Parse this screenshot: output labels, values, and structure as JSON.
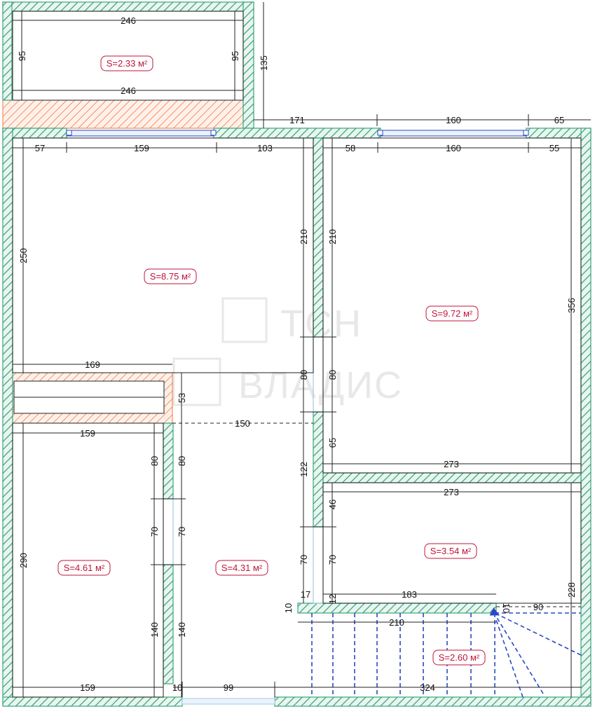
{
  "palette": {
    "wall": "#3aa37c",
    "demolished": "#f07840",
    "area": "#c0143c",
    "stair": "#2a48c8",
    "window": "#a7c7e7",
    "watermark": "#e6e6e6"
  },
  "watermark": {
    "top": "ТСН",
    "bottom": "ВЛАДИС"
  },
  "rooms": [
    {
      "id": "balcony",
      "area": "S=2.33 м²"
    },
    {
      "id": "room-left-top",
      "area": "S=8.75 м²"
    },
    {
      "id": "room-right-top",
      "area": "S=9.72 м²"
    },
    {
      "id": "room-left-bottom",
      "area": "S=4.61 м²"
    },
    {
      "id": "room-corridor",
      "area": "S=4.31 м²"
    },
    {
      "id": "room-right-middle",
      "area": "S=3.54 м²"
    },
    {
      "id": "stair-area",
      "area": "S=2.60 м²"
    }
  ],
  "dims": {
    "balcony_top": "246",
    "balcony_bottom": "246",
    "balcony_left": "95",
    "balcony_right": "95",
    "balcony_depth": "135",
    "top_a": "57",
    "top_b": "159",
    "top_c": "103",
    "top_d": "171",
    "top_e": "160",
    "top_f": "65",
    "top_g": "58",
    "top_h": "160",
    "top_i": "55",
    "left_250": "250",
    "wall_210_a": "210",
    "wall_210_b": "210",
    "right_356": "356",
    "niche_169": "169",
    "niche_53": "53",
    "door_80_a": "80",
    "door_80_b": "80",
    "dash_150": "150",
    "w_159_a": "159",
    "w_65": "65",
    "w_273_a": "273",
    "w_273_b": "273",
    "w_122": "122",
    "w_46": "46",
    "v_80_c": "80",
    "v_80_d": "80",
    "v_70_a": "70",
    "v_70_b": "70",
    "v_70_c": "70",
    "v_70_d": "70",
    "v_290": "290",
    "v_140_a": "140",
    "v_140_b": "140",
    "v_228": "228",
    "s_17": "17",
    "s_12": "12",
    "s_183": "183",
    "s_10_a": "10",
    "s_10_b": "10",
    "s_90": "90",
    "s_210": "210",
    "b_159": "159",
    "b_10": "10",
    "b_99": "99",
    "b_324": "324"
  }
}
